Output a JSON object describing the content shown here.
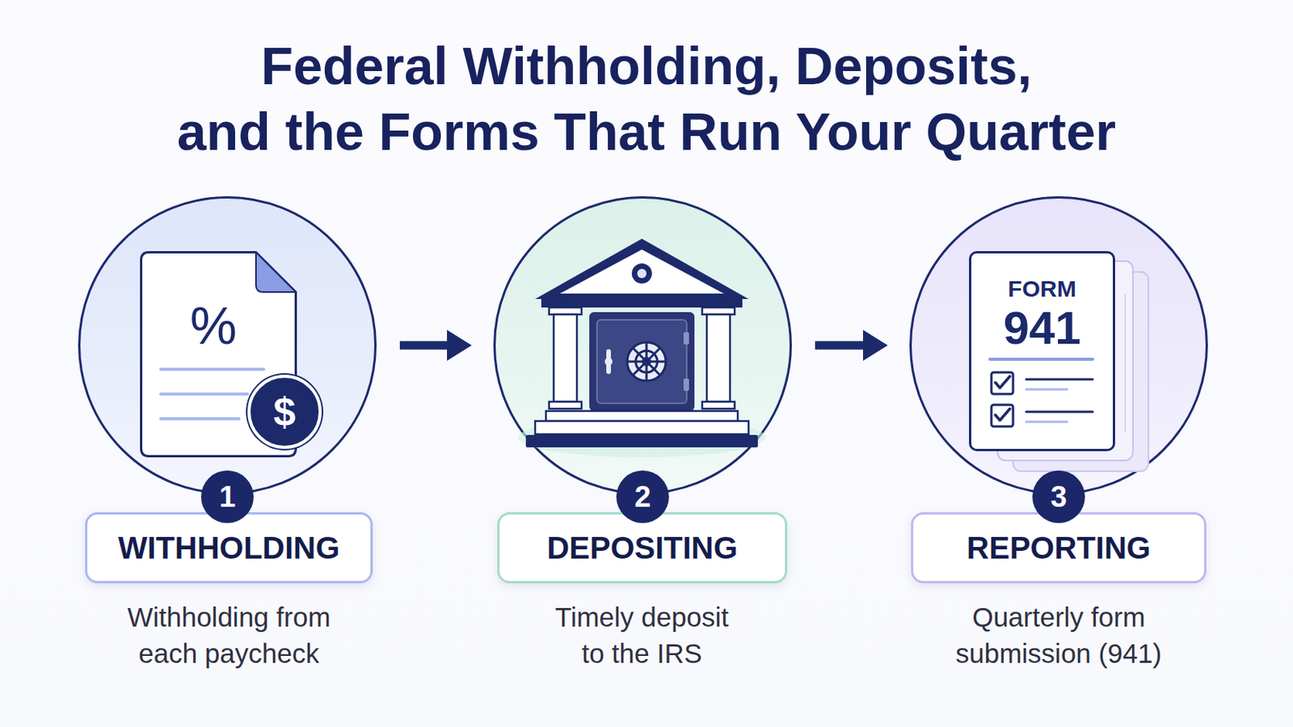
{
  "diagram": {
    "title": "Federal Withholding, Deposits, and the Forms That Run Your Quarter",
    "nodes": [
      {
        "text": [
          "1"
        ]
      },
      {
        "text": [
          "%"
        ],
        "in": 0
      },
      {
        "text": [
          "$"
        ],
        "in": 0
      },
      {
        "text": [
          "WITHHOLDING"
        ]
      },
      {
        "text": [
          "2"
        ]
      },
      {
        "text": [
          "DEPOSITING"
        ]
      },
      {
        "text": [
          "3"
        ]
      },
      {
        "text": [
          "FORM",
          "941"
        ],
        "in": 6
      },
      {
        "text": [
          "REPORTING"
        ]
      }
    ],
    "edges": [
      {
        "from": 0,
        "to": 4,
        "arrow": "to"
      },
      {
        "from": 4,
        "to": 6,
        "arrow": "to"
      }
    ],
    "labels": [
      "Withholding from each paycheck",
      "Timely deposit to the IRS",
      "Quarterly form submission (941)"
    ]
  }
}
